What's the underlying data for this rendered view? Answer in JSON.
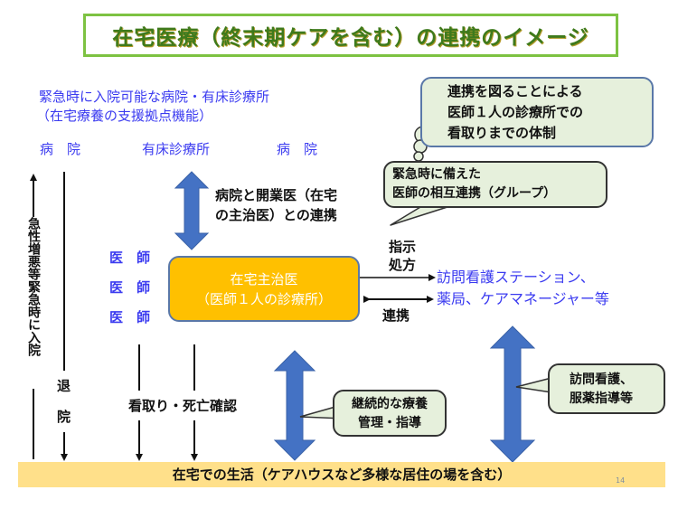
{
  "title": "在宅医療（終末期ケアを含む）の連携のイメージ",
  "hospital_header": {
    "line1": "緊急時に入院可能な病院・有床診療所",
    "line2": "（在宅療養の支援拠点機能）"
  },
  "facilities": [
    "病　院",
    "有床診療所",
    "病　院"
  ],
  "cooperation_label": {
    "line1": "病院と開業医（在宅",
    "line2": "の主治医）との連携"
  },
  "doctors": [
    "医　師",
    "医　師",
    "医　師"
  ],
  "home_doctor": {
    "line1": "在宅主治医",
    "line2": "（医師１人の診療所）"
  },
  "instruction_label": {
    "line1": "指示",
    "line2": "処方"
  },
  "link_label": "連携",
  "partners": {
    "line1": "訪問看護ステーション、",
    "line2": "薬局、ケアマネージャー等"
  },
  "thought_bubble": {
    "line1": "連携を図ることによる",
    "line2": "医師１人の診療所での",
    "line3": "看取りまでの体制"
  },
  "mutual_bubble": {
    "line1": "緊急時に備えた",
    "line2": "医師の相互連携（グループ）"
  },
  "admission_label": "急性増悪等緊急時に入院",
  "discharge_label": {
    "char1": "退",
    "char2": "院"
  },
  "end_of_life_label": "看取り・死亡確認",
  "care_bubble": {
    "line1": "継続的な療養",
    "line2": "管理・指導"
  },
  "nursing_bubble": {
    "line1": "訪問看護、",
    "line2": "服薬指導等"
  },
  "home_life": "在宅での生活（ケアハウスなど多様な居住の場を含む）",
  "page_number": "14",
  "colors": {
    "title_green": "#3e7a1c",
    "title_border": "#7dc242",
    "blue_text": "#3b3bf0",
    "doctor_box": "#ffc000",
    "arrow_blue": "#4472c4",
    "bubble_fill": "#e6f0dc",
    "floor": "#ffe08a"
  }
}
